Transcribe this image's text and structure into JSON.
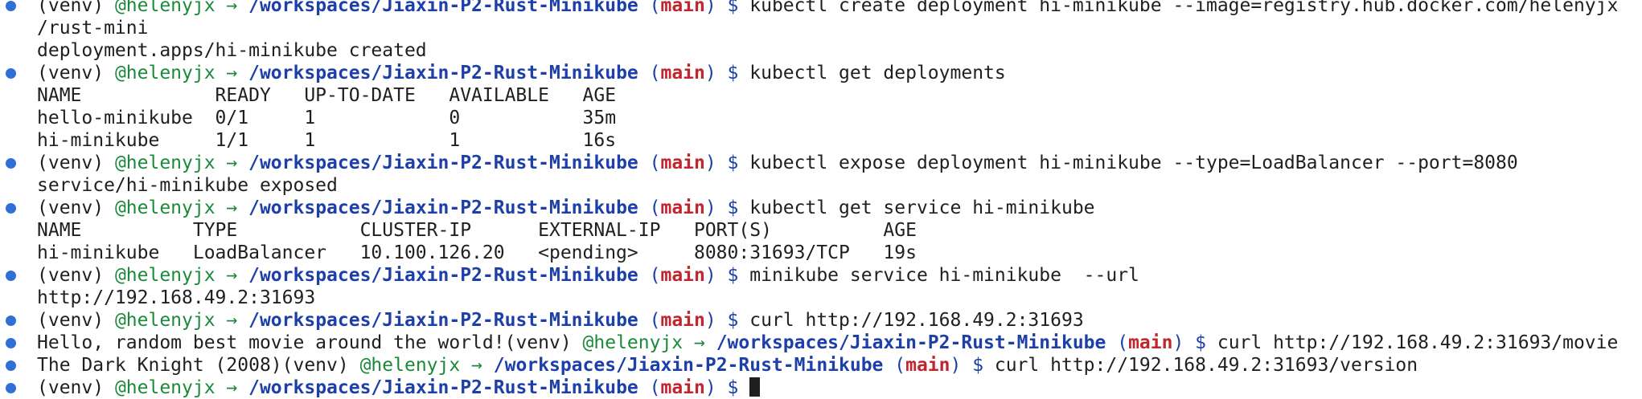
{
  "prompt": {
    "venv": "(venv) ",
    "user": "@helenyjx",
    "arrow": " → ",
    "path": "/workspaces/Jiaxin-P2-Rust-Minikube",
    "branch_open": " (",
    "branch": "main",
    "branch_close": ") $ "
  },
  "lines": [
    {
      "cmd": "kubectl create deployment hi-minikube --image=registry.hub.docker.com/helenyjx"
    },
    {
      "out": "/rust-mini"
    },
    {
      "out": "deployment.apps/hi-minikube created"
    },
    {
      "cmd": "kubectl get deployments"
    },
    {
      "out": "NAME            READY   UP-TO-DATE   AVAILABLE   AGE"
    },
    {
      "out": "hello-minikube  0/1     1            0           35m"
    },
    {
      "out": "hi-minikube     1/1     1            1           16s"
    },
    {
      "cmd": "kubectl expose deployment hi-minikube --type=LoadBalancer --port=8080"
    },
    {
      "out": "service/hi-minikube exposed"
    },
    {
      "cmd": "kubectl get service hi-minikube"
    },
    {
      "out": "NAME          TYPE           CLUSTER-IP      EXTERNAL-IP   PORT(S)          AGE"
    },
    {
      "out": "hi-minikube   LoadBalancer   10.100.126.20   <pending>     8080:31693/TCP   19s"
    },
    {
      "cmd": "minikube service hi-minikube  --url"
    },
    {
      "out": "http://192.168.49.2:31693"
    },
    {
      "cmd": "curl http://192.168.49.2:31693"
    },
    {
      "pre": "Hello, random best movie around the world!",
      "cmd": "curl http://192.168.49.2:31693/movie"
    },
    {
      "pre": "The Dark Knight (2008)",
      "cmd": "curl http://192.168.49.2:31693/version"
    }
  ]
}
